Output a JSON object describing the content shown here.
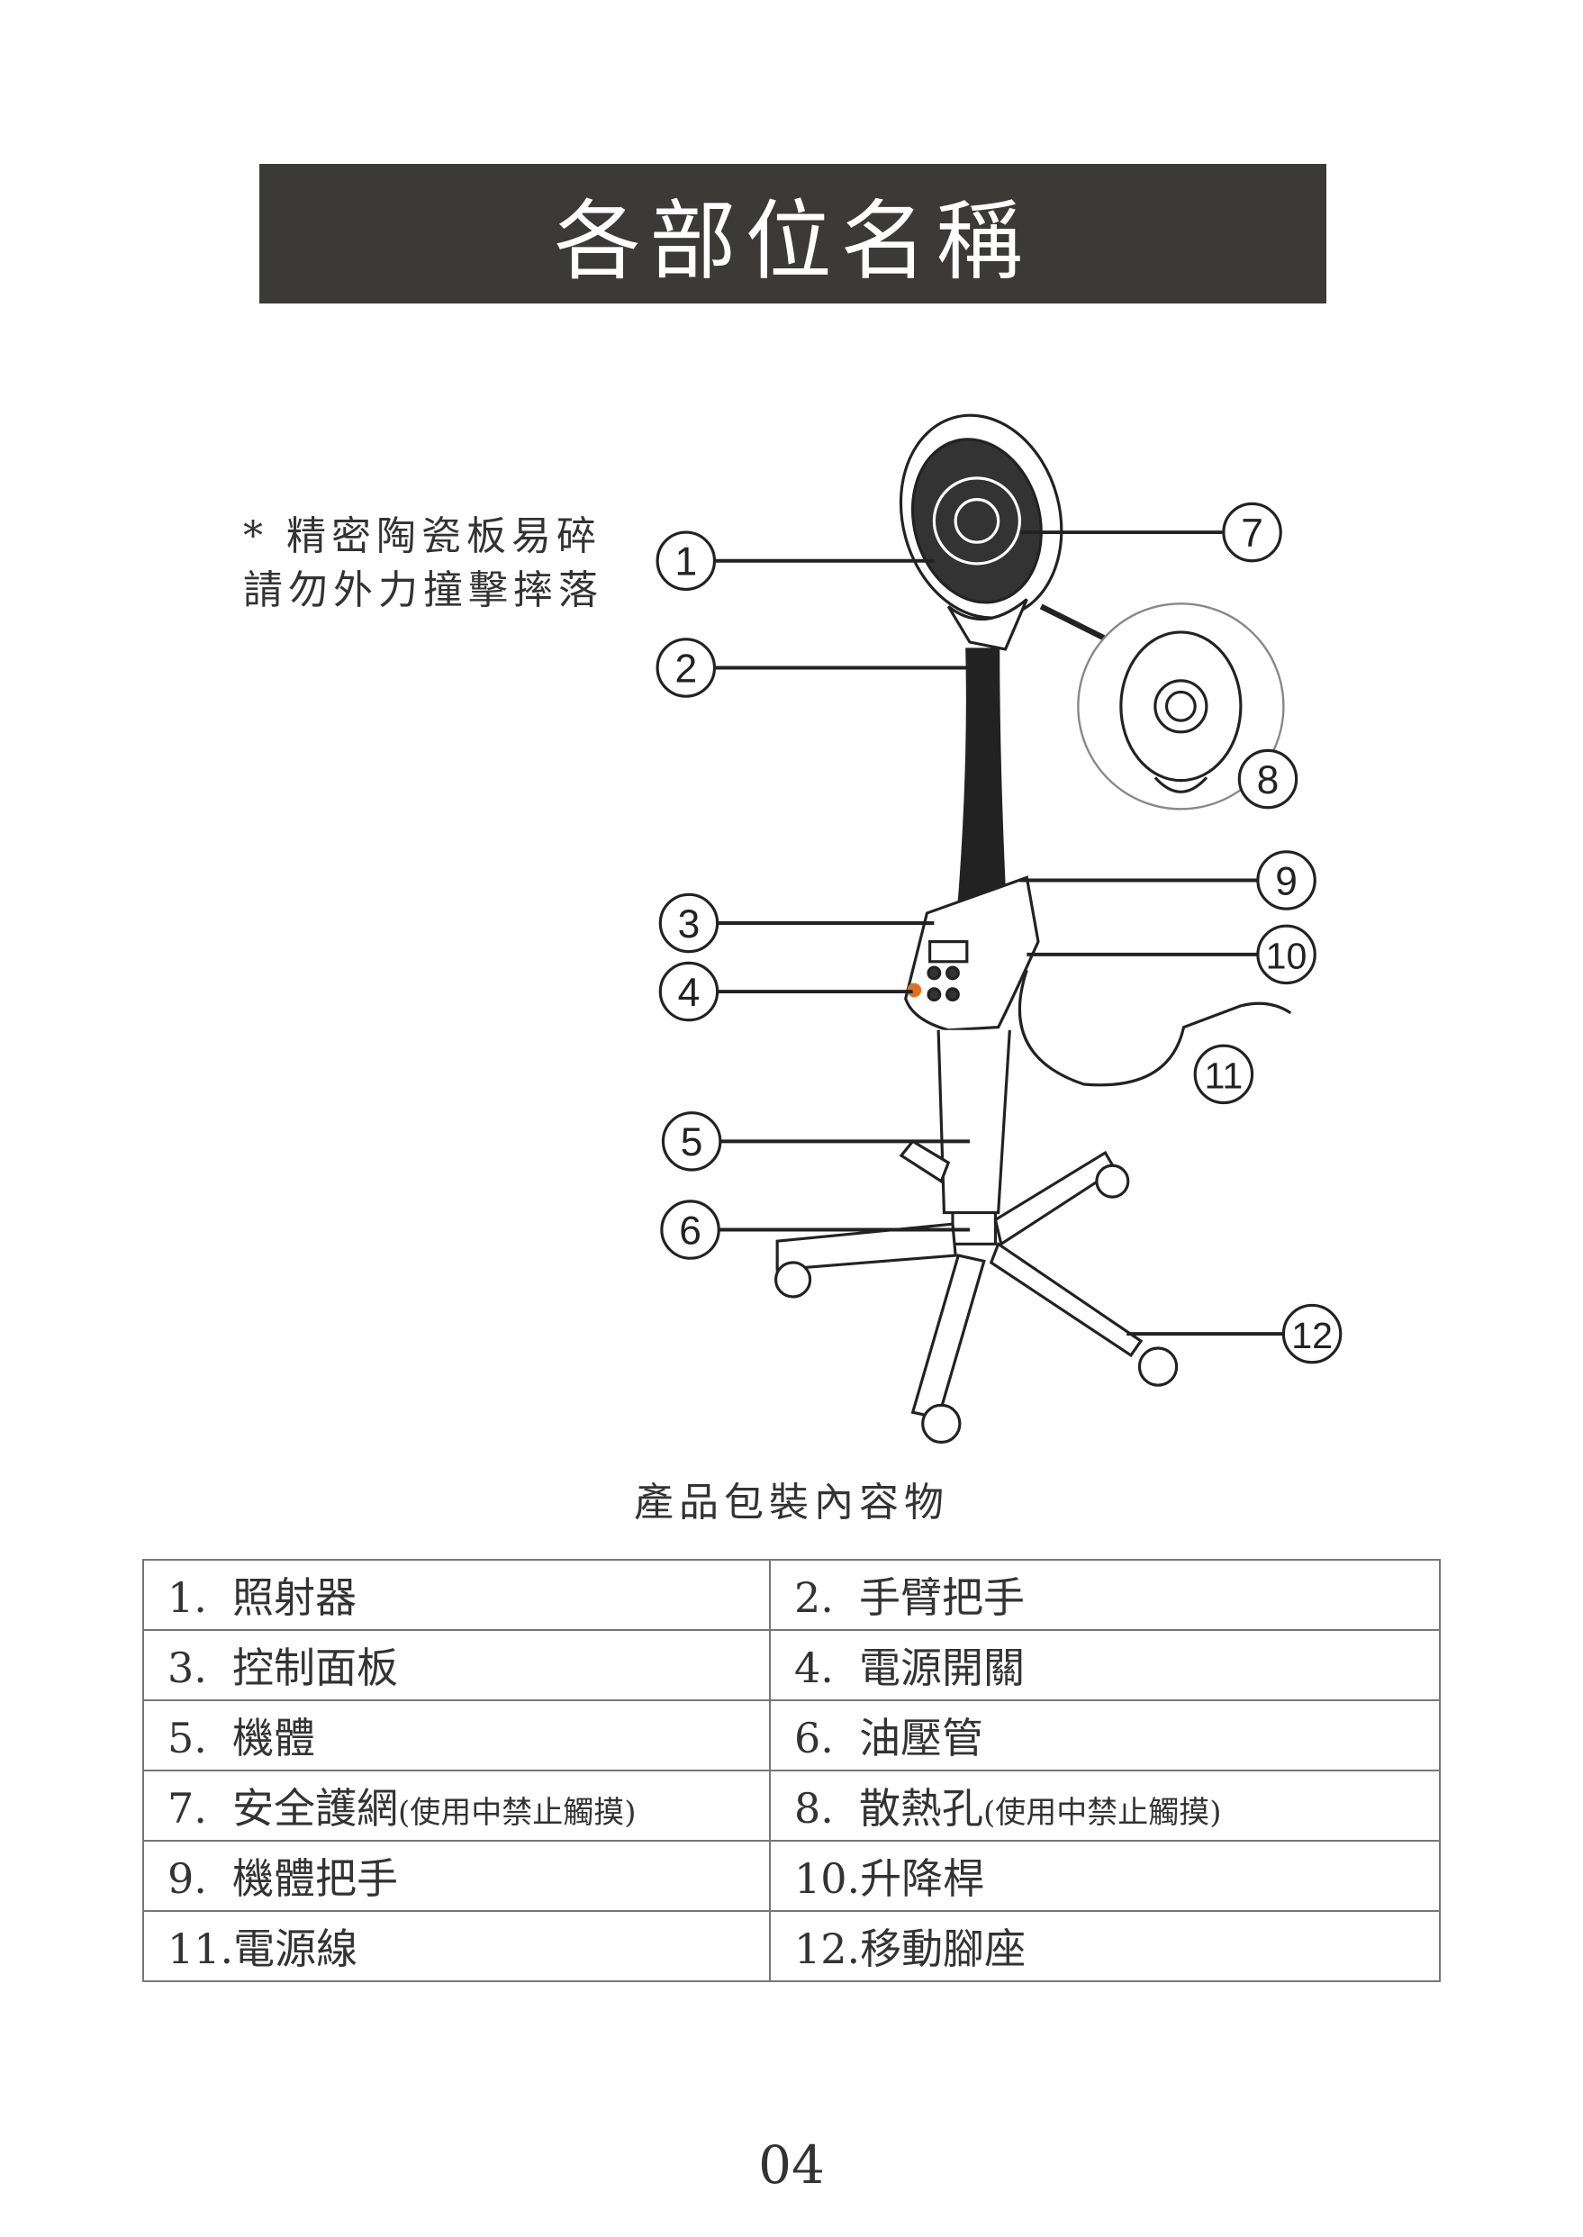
{
  "title": "各部位名稱",
  "warning_note": {
    "line1": "* 精密陶瓷板易碎",
    "line2": "請勿外力撞擊摔落"
  },
  "callouts": [
    "1",
    "2",
    "3",
    "4",
    "5",
    "6",
    "7",
    "8",
    "9",
    "10",
    "11",
    "12"
  ],
  "caption": "產品包裝內容物",
  "parts": [
    {
      "num": "1.",
      "label": "照射器",
      "note": ""
    },
    {
      "num": "2.",
      "label": "手臂把手",
      "note": ""
    },
    {
      "num": "3.",
      "label": "控制面板",
      "note": ""
    },
    {
      "num": "4.",
      "label": "電源開關",
      "note": ""
    },
    {
      "num": "5.",
      "label": "機體",
      "note": ""
    },
    {
      "num": "6.",
      "label": "油壓管",
      "note": ""
    },
    {
      "num": "7.",
      "label": "安全護網",
      "note": "(使用中禁止觸摸)"
    },
    {
      "num": "8.",
      "label": "散熱孔",
      "note": "(使用中禁止觸摸)"
    },
    {
      "num": "9.",
      "label": "機體把手",
      "note": ""
    },
    {
      "num": "10.",
      "label": "升降桿",
      "note": ""
    },
    {
      "num": "11.",
      "label": "電源線",
      "note": ""
    },
    {
      "num": "12.",
      "label": "移動腳座",
      "note": ""
    }
  ],
  "page_number": "04"
}
